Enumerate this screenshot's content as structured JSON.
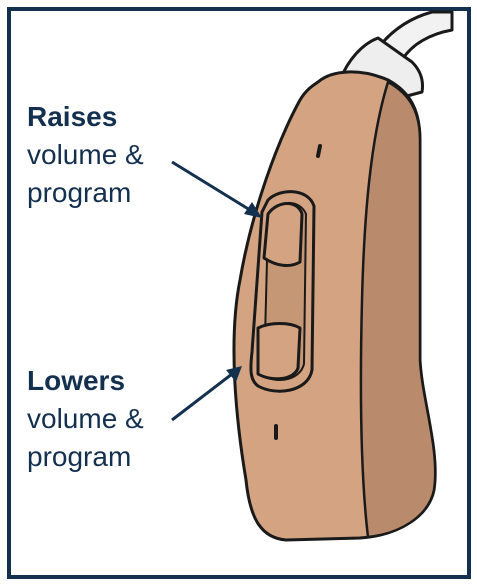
{
  "labels": {
    "raises": {
      "title": "Raises",
      "line1": "volume &",
      "line2": "program"
    },
    "lowers": {
      "title": "Lowers",
      "line1": "volume &",
      "line2": "program"
    }
  },
  "colors": {
    "frame": "#14304f",
    "text": "#14304f",
    "device_body": "#d4a482",
    "device_shadow": "#b98a6c",
    "device_outline": "#1a1a1a",
    "tube": "#f2f2f2"
  }
}
